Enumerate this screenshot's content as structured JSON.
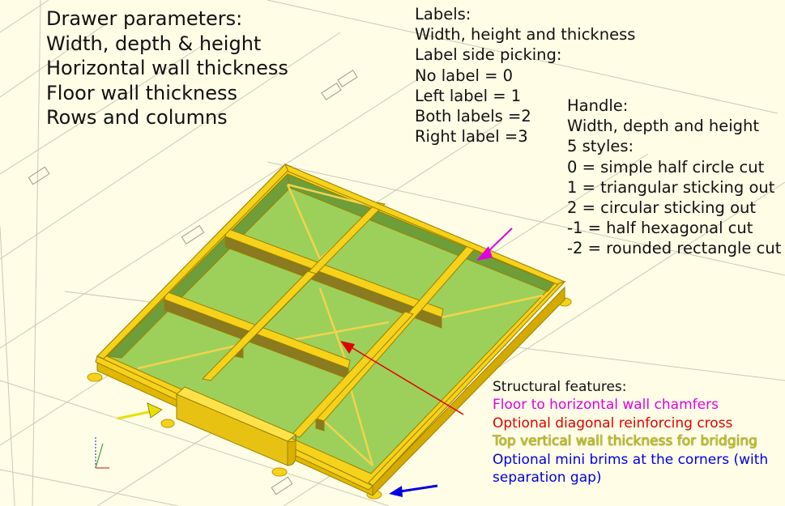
{
  "drawer_params": {
    "lines": [
      "Drawer parameters:",
      "Width, depth & height",
      "Horizontal wall thickness",
      "Floor wall thickness",
      "Rows and columns"
    ]
  },
  "labels_info": {
    "lines": [
      "Labels:",
      "Width, height and thickness",
      "Label side picking:",
      "No label = 0",
      "Left label = 1",
      "Both labels =2",
      "Right label =3"
    ]
  },
  "handle_info": {
    "lines": [
      "Handle:",
      "Width, depth and height",
      "5 styles:",
      "0 = simple half circle cut",
      "1 = triangular sticking out",
      "2 = circular sticking out",
      "-1 = half hexagonal cut",
      "-2 = rounded rectangle cut"
    ]
  },
  "structural": {
    "heading": "Structural features:",
    "items": [
      {
        "text": "Floor to horizontal wall chamfers",
        "color": "#e000e0"
      },
      {
        "text": "Optional diagonal reinforcing cross",
        "color": "#e00000"
      },
      {
        "text": "Top vertical wall thickness for bridging",
        "color": "#c8c800"
      },
      {
        "text": "Optional mini brims at the corners (with",
        "color": "#0000e0"
      },
      {
        "text": "separation gap)",
        "color": "#0000e0"
      }
    ]
  },
  "colors": {
    "background": "#fffde6",
    "wall": "#f7d21a",
    "floor": "#9dd05a",
    "grid": "#c8c8b8"
  },
  "icons": [
    "magenta-arrow-icon",
    "red-arrow-icon",
    "yellow-arrow-icon",
    "blue-arrow-icon",
    "axes-icon"
  ]
}
